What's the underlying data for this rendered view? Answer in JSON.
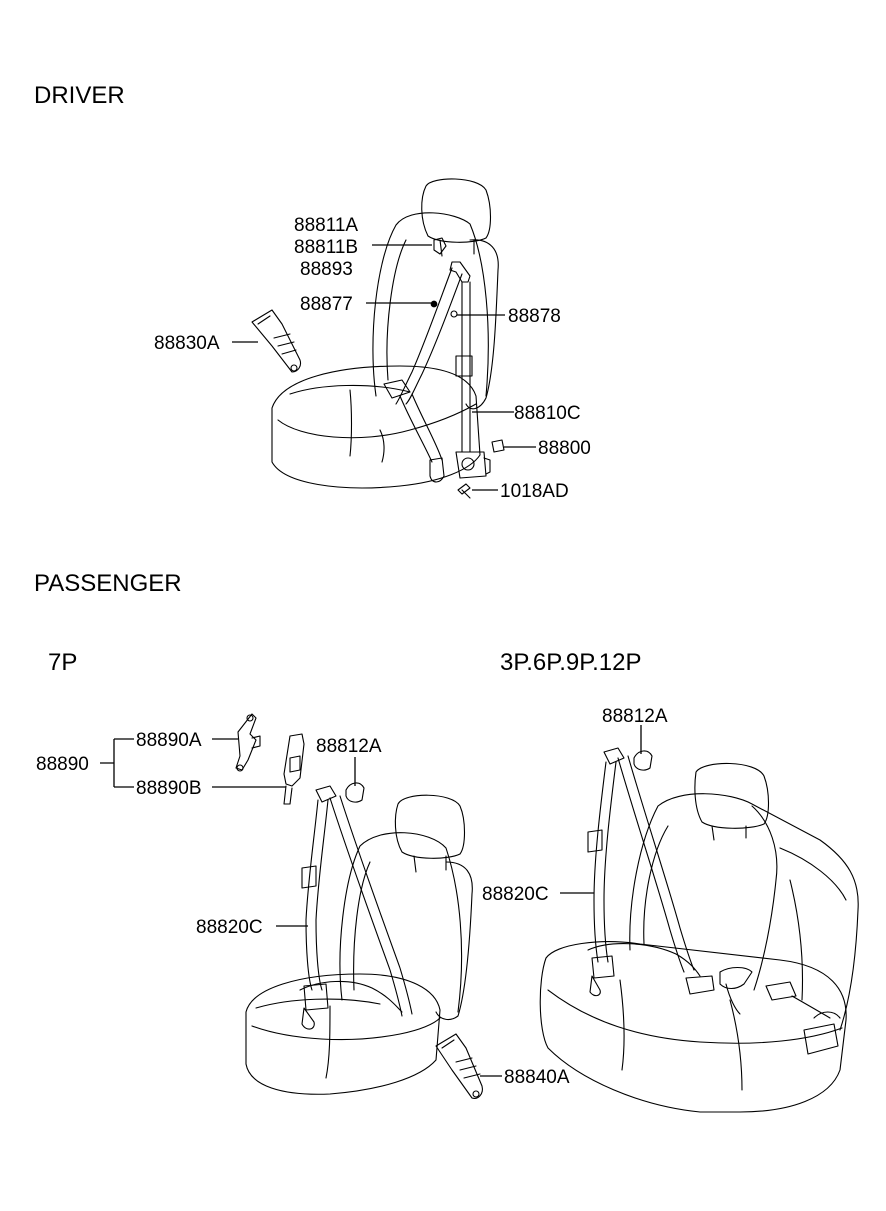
{
  "sections": {
    "driver": "DRIVER",
    "passenger": "PASSENGER",
    "variant_7p": "7P",
    "variant_other": "3P.6P.9P.12P"
  },
  "parts": {
    "p88811A": "88811A",
    "p88811B": "88811B",
    "p88893": "88893",
    "p88877": "88877",
    "p88878": "88878",
    "p88830A": "88830A",
    "p88810C": "88810C",
    "p88800": "88800",
    "p1018AD": "1018AD",
    "p88890": "88890",
    "p88890A": "88890A",
    "p88890B": "88890B",
    "p88812A_7p": "88812A",
    "p88820C_7p": "88820C",
    "p88840A": "88840A",
    "p88812A_other": "88812A",
    "p88820C_other": "88820C"
  }
}
